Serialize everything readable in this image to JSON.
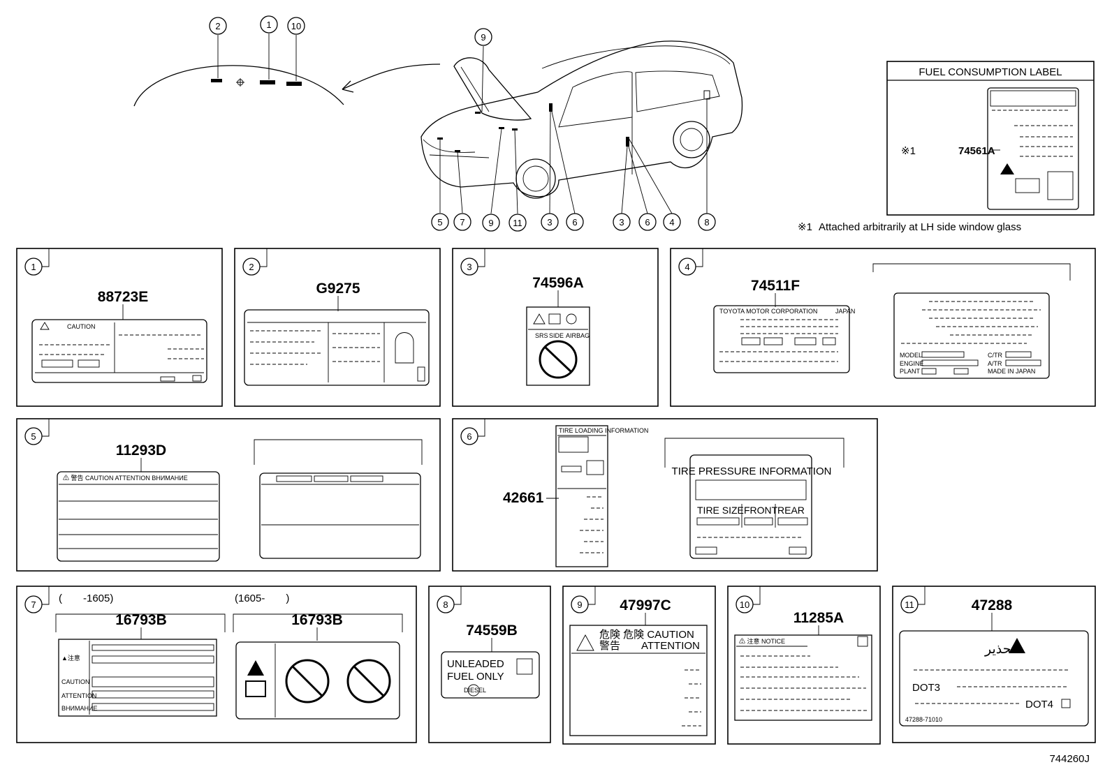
{
  "diagram": {
    "fuel_label": {
      "title": "FUEL CONSUMPTION LABEL",
      "part_no": "74561A",
      "note_mark": "※1",
      "note": "Attached arbitrarily at LH side window glass"
    },
    "callouts": [
      "1",
      "2",
      "3",
      "4",
      "5",
      "6",
      "7",
      "8",
      "9",
      "10",
      "11"
    ],
    "panels": {
      "p1": {
        "num": "1",
        "part": "88723E",
        "text": "CAUTION"
      },
      "p2": {
        "num": "2",
        "part": "G9275"
      },
      "p3": {
        "num": "3",
        "part": "74596A",
        "srs": "SRS",
        "side": "SIDE",
        "airbag": "AIRBAG"
      },
      "p4": {
        "num": "4",
        "part": "74511F",
        "maker": "TOYOTA MOTOR CORPORATION",
        "japan": "JAPAN",
        "model": "MODEL",
        "engine": "ENGINE",
        "plant": "PLANT",
        "made": "MADE IN JAPAN",
        "cwt": "C/TR",
        "atm": "A/TR"
      },
      "p5": {
        "num": "5",
        "part": "11293D",
        "header": "⚠ 警告 CAUTION ATTENTION ВНИМАНИЕ"
      },
      "p6": {
        "num": "6",
        "part": "42661",
        "tire_title": "TIRE PRESSURE INFORMATION",
        "tire_size": "TIRE SIZE",
        "front": "FRONT",
        "rear": "REAR",
        "small_title": "TIRE LOADING INFORMATION"
      },
      "p7": {
        "num": "7",
        "range_a": "(　　-1605)",
        "range_b": "(1605-　　)",
        "part_a": "16793B",
        "part_b": "16793B",
        "l1": "▲注意",
        "l2": "CAUTION",
        "l3": "ATTENTION",
        "l4": "ВНИМАНИЕ"
      },
      "p8": {
        "num": "8",
        "part": "74559B",
        "line1": "UNLEADED",
        "line2": "FUEL ONLY",
        "diesel": "DIESEL"
      },
      "p9": {
        "num": "9",
        "part": "47997C",
        "line1": "危険 危険 CAUTION",
        "line2": "警告　　ATTENTION"
      },
      "p10": {
        "num": "10",
        "part": "11285A",
        "notice": "⚠ 注意 NOTICE"
      },
      "p11": {
        "num": "11",
        "part": "47288",
        "arabic": "تحذير",
        "dot3": "DOT3",
        "dot4": "DOT4",
        "code": "47288-71010"
      }
    },
    "drawing_no": "744260J"
  }
}
